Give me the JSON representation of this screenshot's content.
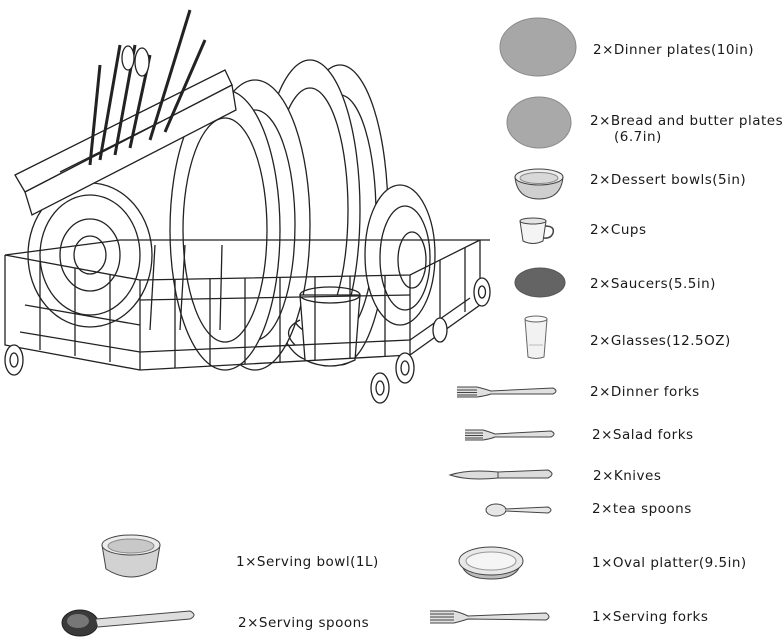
{
  "items": [
    {
      "label": "2×Dinner plates(10in)",
      "icon": "dinner-plate-icon"
    },
    {
      "label": "2×Bread and butter plates",
      "sub": "(6.7in)",
      "icon": "bread-plate-icon"
    },
    {
      "label": "2×Dessert bowls(5in)",
      "icon": "dessert-bowl-icon"
    },
    {
      "label": "2×Cups",
      "icon": "cup-icon"
    },
    {
      "label": "2×Saucers(5.5in)",
      "icon": "saucer-icon"
    },
    {
      "label": "2×Glasses(12.5OZ)",
      "icon": "glass-icon"
    },
    {
      "label": "2×Dinner forks",
      "icon": "dinner-fork-icon"
    },
    {
      "label": "2×Salad forks",
      "icon": "salad-fork-icon"
    },
    {
      "label": "2×Knives",
      "icon": "knife-icon"
    },
    {
      "label": "2×tea spoons",
      "icon": "teaspoon-icon"
    },
    {
      "label": "1×Serving bowl(1L)",
      "icon": "serving-bowl-icon"
    },
    {
      "label": "1×Oval platter(9.5in)",
      "icon": "oval-platter-icon"
    },
    {
      "label": "2×Serving spoons",
      "icon": "serving-spoon-icon"
    },
    {
      "label": "1×Serving forks",
      "icon": "serving-fork-icon"
    }
  ]
}
